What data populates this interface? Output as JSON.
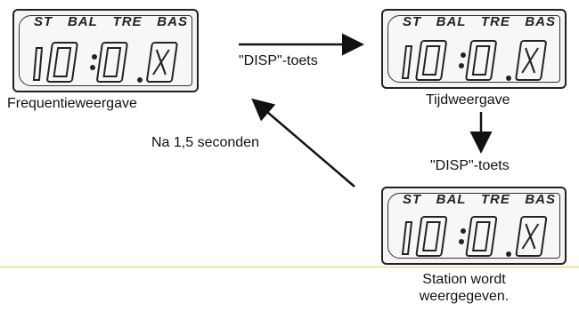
{
  "header_fragment": "",
  "lcd_modes": [
    "ST",
    "BAL",
    "TRE",
    "BAS"
  ],
  "panels": [
    {
      "id": "frequency",
      "caption": "Frequentieweergave"
    },
    {
      "id": "time",
      "caption": "Tijdweergave"
    },
    {
      "id": "station",
      "caption": "Station wordt weergegeven."
    }
  ],
  "arrows": {
    "disp_right": "\"DISP\"-toets",
    "disp_down": "\"DISP\"-toets",
    "back_timeout": "Na 1,5 seconden"
  },
  "colors": {
    "line": "#111111",
    "divider": "#f2c55c",
    "lcd_bg": "#f4f4f4"
  }
}
